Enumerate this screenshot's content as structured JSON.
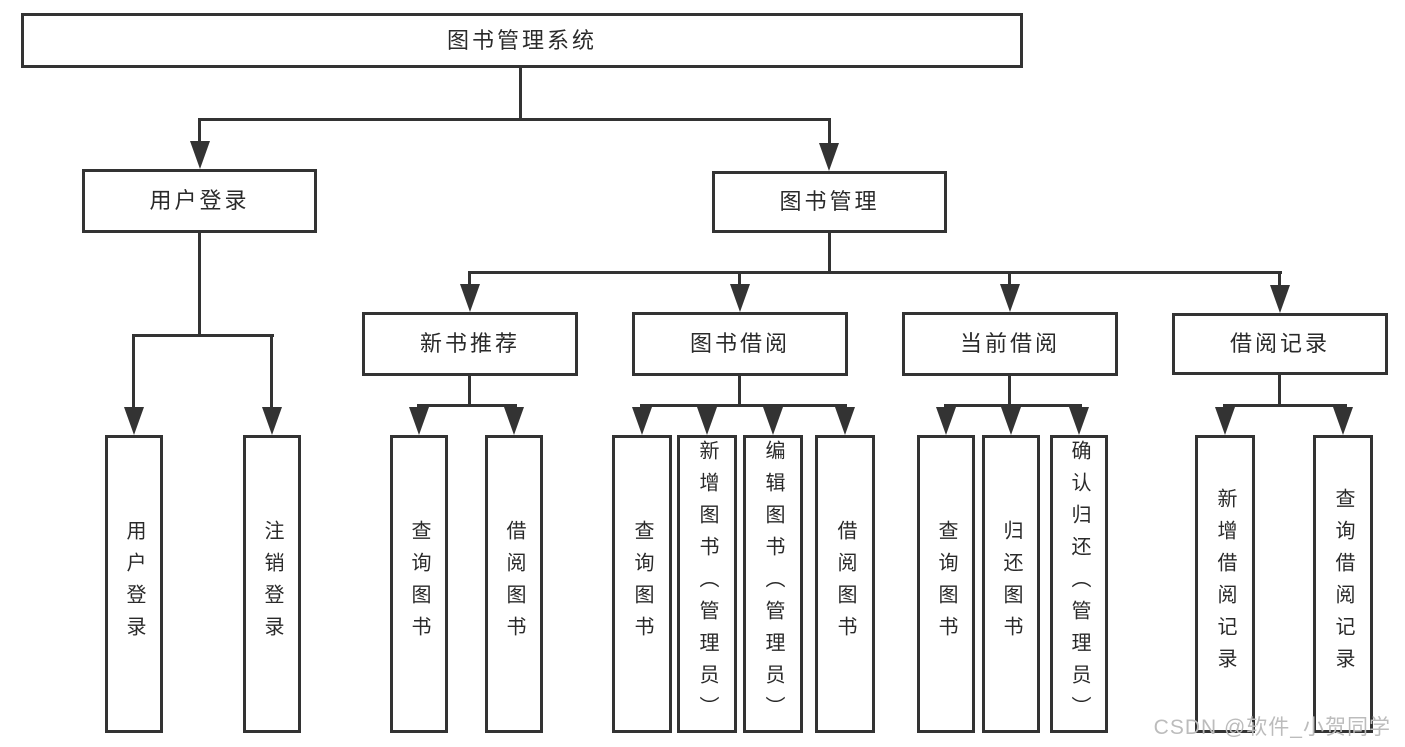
{
  "colors": {
    "line": "#333333",
    "text": "#2a2a2a",
    "background": "#ffffff",
    "watermark": "#bcbcbc"
  },
  "watermark": {
    "text": "CSDN @软件_小贺同学"
  },
  "tree": {
    "root": {
      "label": "图书管理系统"
    },
    "login": {
      "label": "用户登录",
      "children": [
        {
          "label": "用户登录"
        },
        {
          "label": "注销登录"
        }
      ]
    },
    "management": {
      "label": "图书管理",
      "sections": [
        {
          "label": "新书推荐",
          "children": [
            {
              "label": "查询图书"
            },
            {
              "label": "借阅图书"
            }
          ]
        },
        {
          "label": "图书借阅",
          "children": [
            {
              "label": "查询图书"
            },
            {
              "label": "新增图书（管理员）"
            },
            {
              "label": "编辑图书（管理员）"
            },
            {
              "label": "借阅图书"
            }
          ]
        },
        {
          "label": "当前借阅",
          "children": [
            {
              "label": "查询图书"
            },
            {
              "label": "归还图书"
            },
            {
              "label": "确认归还（管理员）"
            }
          ]
        },
        {
          "label": "借阅记录",
          "children": [
            {
              "label": "新增借阅记录"
            },
            {
              "label": "查询借阅记录"
            }
          ]
        }
      ]
    }
  }
}
